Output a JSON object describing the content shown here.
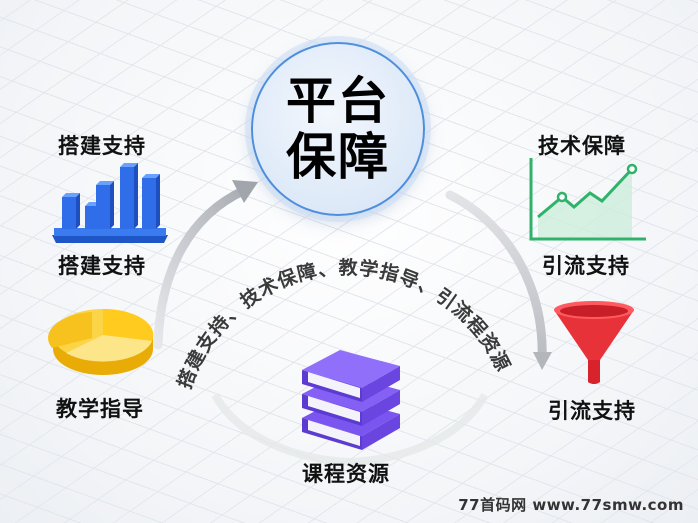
{
  "center": {
    "line1": "平台",
    "line2": "保障"
  },
  "nodes": {
    "top_left": {
      "title": "搭建支持",
      "caption": "搭建支持",
      "icon": "bar-chart-icon",
      "color": "#2f6ee8"
    },
    "bottom_left": {
      "caption": "教学指导",
      "icon": "pie-chart-icon",
      "color": "#f5c518"
    },
    "top_right": {
      "title": "技术保障",
      "caption": "引流支持",
      "icon": "line-chart-icon",
      "color": "#2fb36b"
    },
    "bottom_right": {
      "caption": "引流支持",
      "icon": "funnel-icon",
      "color": "#e8323a"
    },
    "bottom_center": {
      "caption": "课程资源",
      "icon": "books-icon",
      "color": "#7a55f0"
    }
  },
  "arc_text": "搭建支持、技术保障、教学指导、引流程资源",
  "watermark": "77首码网 www.77smw.com"
}
